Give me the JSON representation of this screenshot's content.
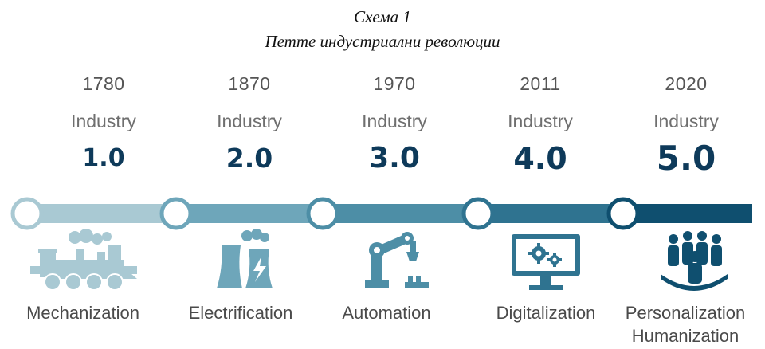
{
  "caption": {
    "line1": "Схема 1",
    "line2": "Петте индустриални революции"
  },
  "eras": [
    {
      "year": "1780",
      "industry": "Industry",
      "version": "1.0",
      "label": "Mechanization",
      "label2": "",
      "color": "#a9c9d3",
      "ver_color": "#0e3a5a",
      "icon": "steam-locomotive-icon"
    },
    {
      "year": "1870",
      "industry": "Industry",
      "version": "2.0",
      "label": "Electrification",
      "label2": "",
      "color": "#6ea6ba",
      "ver_color": "#0e3a5a",
      "icon": "power-plant-icon"
    },
    {
      "year": "1970",
      "industry": "Industry",
      "version": "3.0",
      "label": "Automation",
      "label2": "",
      "color": "#4d8ea6",
      "ver_color": "#0e3a5a",
      "icon": "robot-arm-icon"
    },
    {
      "year": "2011",
      "industry": "Industry",
      "version": "4.0",
      "label": "Digitalization",
      "label2": "",
      "color": "#2f7390",
      "ver_color": "#0e3a5a",
      "icon": "computer-monitor-gears-icon"
    },
    {
      "year": "2020",
      "industry": "Industry",
      "version": "5.0",
      "label": "Personalization",
      "label2": "Humanization",
      "color": "#0f4f6f",
      "ver_color": "#0e3a5a",
      "icon": "people-group-icon"
    }
  ]
}
